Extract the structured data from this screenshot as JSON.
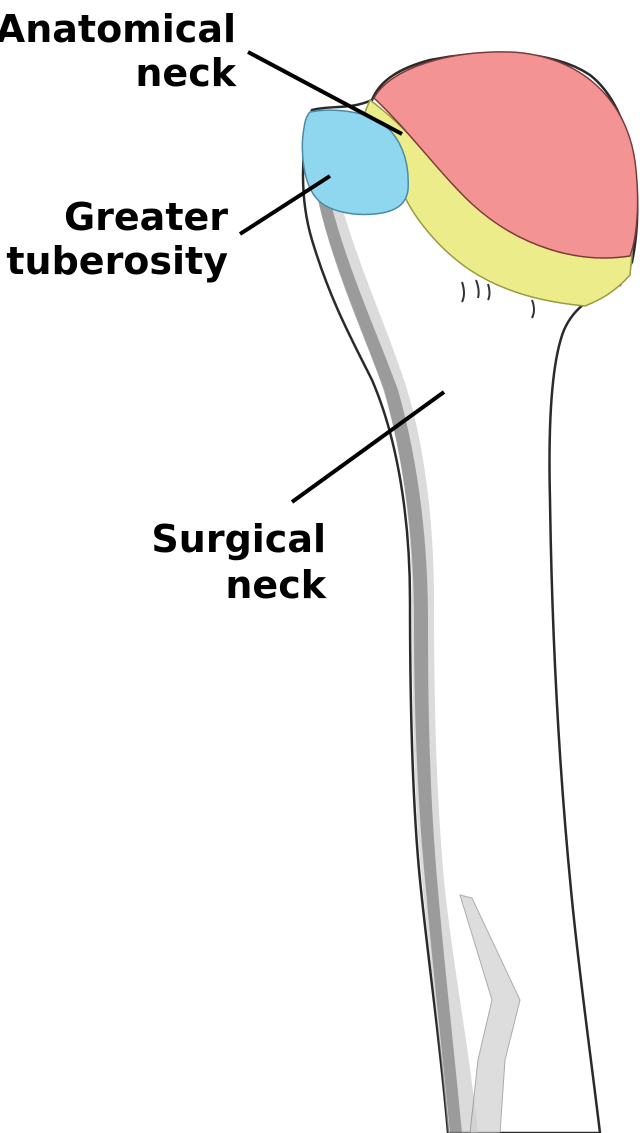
{
  "labels": {
    "anatomical_neck": [
      "Anatomical",
      "neck"
    ],
    "greater_tuberosity": [
      "Greater",
      "tuberosity"
    ],
    "surgical_neck": [
      "Surgical",
      "neck"
    ]
  },
  "colors": {
    "head_of_humerus": "#f49393",
    "anatomical_neck_band": "#ecec8a",
    "greater_tuberosity": "#8fd6ef",
    "bone_outline": "#2a2a2a",
    "shading": "#555555",
    "leader_line": "#000000"
  }
}
